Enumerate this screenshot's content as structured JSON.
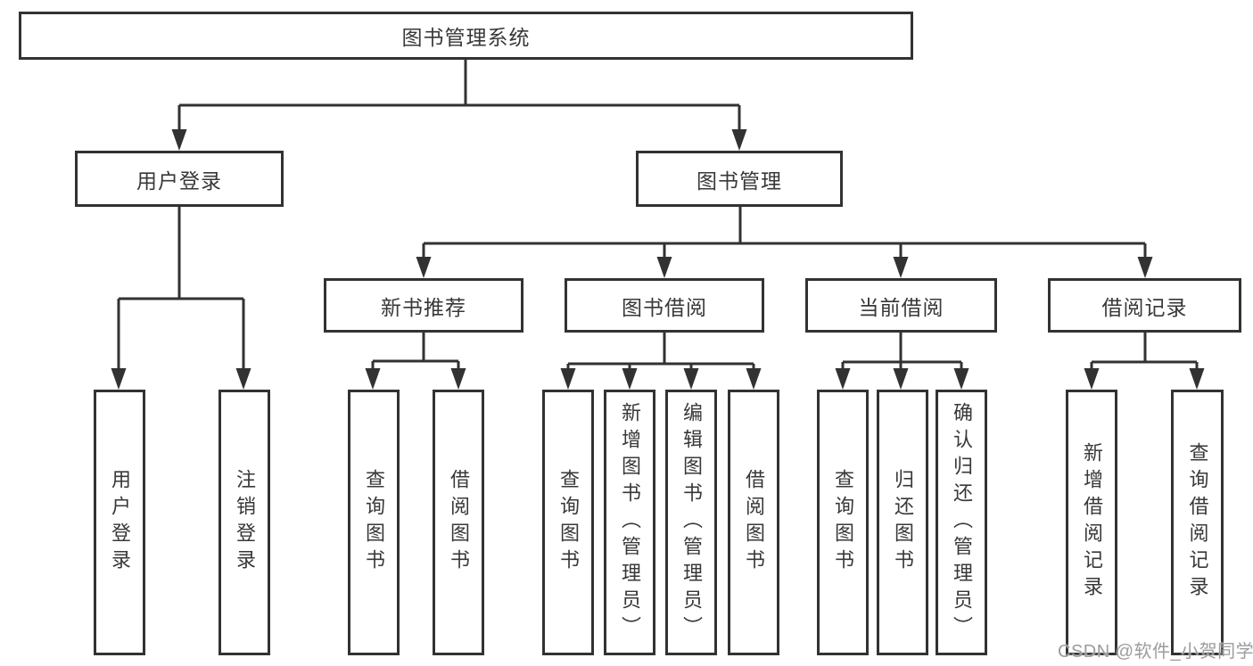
{
  "diagram": {
    "title": "图书管理系统",
    "nodes": {
      "root": {
        "label": "图书管理系统"
      },
      "user_login": {
        "label": "用户登录"
      },
      "book_mgmt": {
        "label": "图书管理"
      },
      "new_book": {
        "label": "新书推荐"
      },
      "book_borrow": {
        "label": "图书借阅"
      },
      "current_borrow": {
        "label": "当前借阅"
      },
      "borrow_record": {
        "label": "借阅记录"
      },
      "leaf_user_login": {
        "label": "用户登录"
      },
      "leaf_logout": {
        "label": "注销登录"
      },
      "leaf_query_book_1": {
        "label": "查询图书"
      },
      "leaf_borrow_book_1": {
        "label": "借阅图书"
      },
      "leaf_query_book_2": {
        "label": "查询图书"
      },
      "leaf_add_book": {
        "label": "新增图书（管理员）"
      },
      "leaf_edit_book": {
        "label": "编辑图书（管理员）"
      },
      "leaf_borrow_book_2": {
        "label": "借阅图书"
      },
      "leaf_query_book_3": {
        "label": "查询图书"
      },
      "leaf_return_book": {
        "label": "归还图书"
      },
      "leaf_confirm_return": {
        "label": "确认归还（管理员）"
      },
      "leaf_add_record": {
        "label": "新增借阅记录"
      },
      "leaf_query_record": {
        "label": "查询借阅记录"
      }
    }
  },
  "watermark": {
    "text": "CSDN @软件_小贺同学"
  },
  "colors": {
    "line": "#323232",
    "box_border": "#323232",
    "text": "#383838",
    "watermark": "#9c9c9c",
    "background": "#ffffff"
  }
}
